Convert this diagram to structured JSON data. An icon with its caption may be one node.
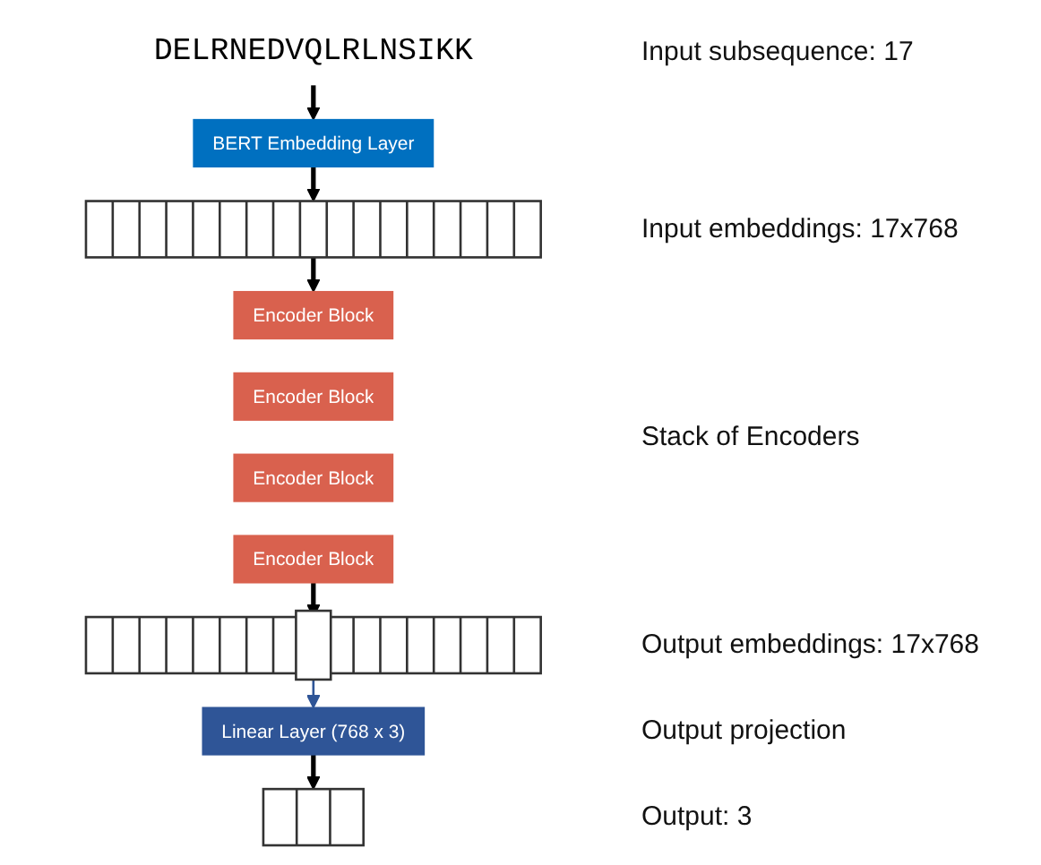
{
  "diagram": {
    "nodes": [
      {
        "text": [
          "DELRNEDVQLRLNSIKK"
        ]
      },
      {
        "text": [
          "BERT Embedding Layer"
        ]
      },
      {
        "text": [],
        "shape": "bar"
      },
      {
        "text": [
          "Encoder Block"
        ]
      },
      {
        "text": [
          "Encoder Block"
        ]
      },
      {
        "text": [
          "Encoder Block"
        ]
      },
      {
        "text": [
          "Encoder Block"
        ]
      },
      {
        "text": [],
        "shape": "bar"
      },
      {
        "text": [
          "Linear Layer (768 x 3)"
        ]
      },
      {
        "text": [],
        "shape": "bar"
      }
    ],
    "edges": [
      {
        "from": 0,
        "to": 1,
        "arrow": "to"
      },
      {
        "from": 1,
        "to": 2,
        "arrow": "to"
      },
      {
        "from": 2,
        "to": 3,
        "arrow": "to"
      },
      {
        "from": 6,
        "to": 7,
        "arrow": "to"
      },
      {
        "from": 7,
        "to": 8,
        "arrow": "to",
        "color": "#2f5597"
      },
      {
        "from": 8,
        "to": 9,
        "arrow": "to"
      }
    ],
    "labels": [
      "Input subsequence: 17",
      "Input embeddings: 17x768",
      "Stack of Encoders",
      "Output embeddings: 17x768",
      "Output projection",
      "Output: 3"
    ]
  }
}
